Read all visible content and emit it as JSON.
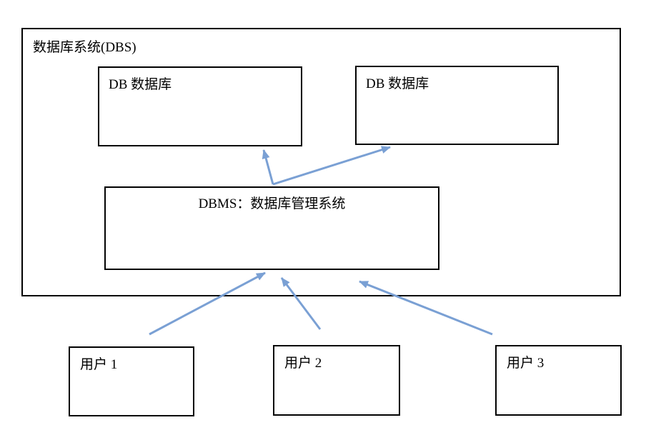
{
  "diagram": {
    "outer_box": {
      "label": "数据库系统(DBS)"
    },
    "nodes": [
      {
        "id": "db1",
        "label": "DB 数据库"
      },
      {
        "id": "db2",
        "label": "DB 数据库"
      },
      {
        "id": "dbms",
        "label": "DBMS：数据库管理系统"
      },
      {
        "id": "user1",
        "label": "用户 1"
      },
      {
        "id": "user2",
        "label": "用户 2"
      },
      {
        "id": "user3",
        "label": "用户 3"
      }
    ],
    "edges": [
      {
        "from": "dbms",
        "to": "db1"
      },
      {
        "from": "dbms",
        "to": "db2"
      },
      {
        "from": "user1",
        "to": "dbms"
      },
      {
        "from": "user2",
        "to": "dbms"
      },
      {
        "from": "user3",
        "to": "dbms"
      }
    ],
    "colors": {
      "arrow": "#7aa0d4",
      "box_border": "#000000",
      "background": "#ffffff"
    }
  }
}
